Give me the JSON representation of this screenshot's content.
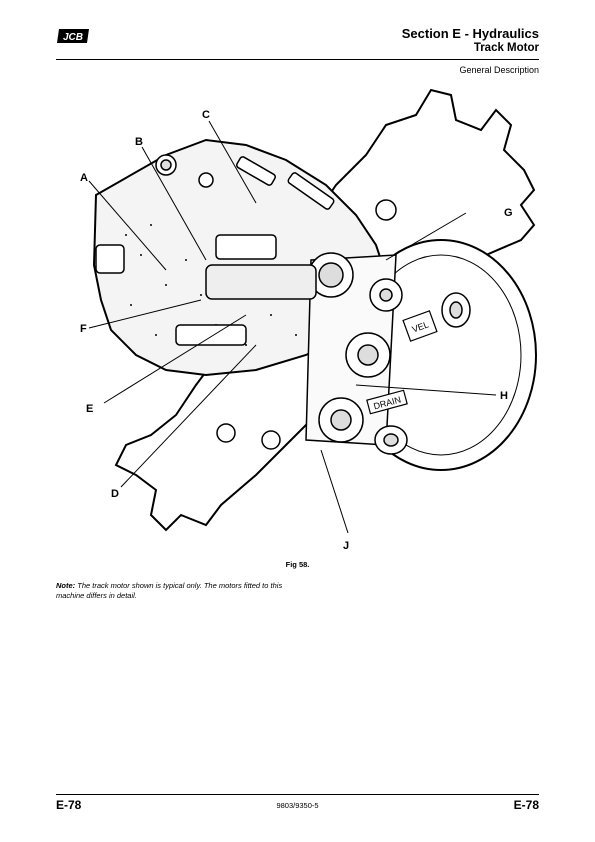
{
  "header": {
    "logo_text": "JCB",
    "section_title": "Section E - Hydraulics",
    "sub_title": "Track Motor",
    "description": "General Description"
  },
  "figure": {
    "callouts": [
      "A",
      "B",
      "C",
      "D",
      "E",
      "F",
      "G",
      "H",
      "J"
    ],
    "badges": [
      "VEL",
      "DRAIN"
    ],
    "caption": "Fig 58."
  },
  "note": {
    "label": "Note:",
    "text": " The track motor shown is typical only. The motors fitted to this machine differs in detail."
  },
  "footer": {
    "page_left": "E-78",
    "doc_number": "9803/9350-5",
    "page_right": "E-78"
  }
}
